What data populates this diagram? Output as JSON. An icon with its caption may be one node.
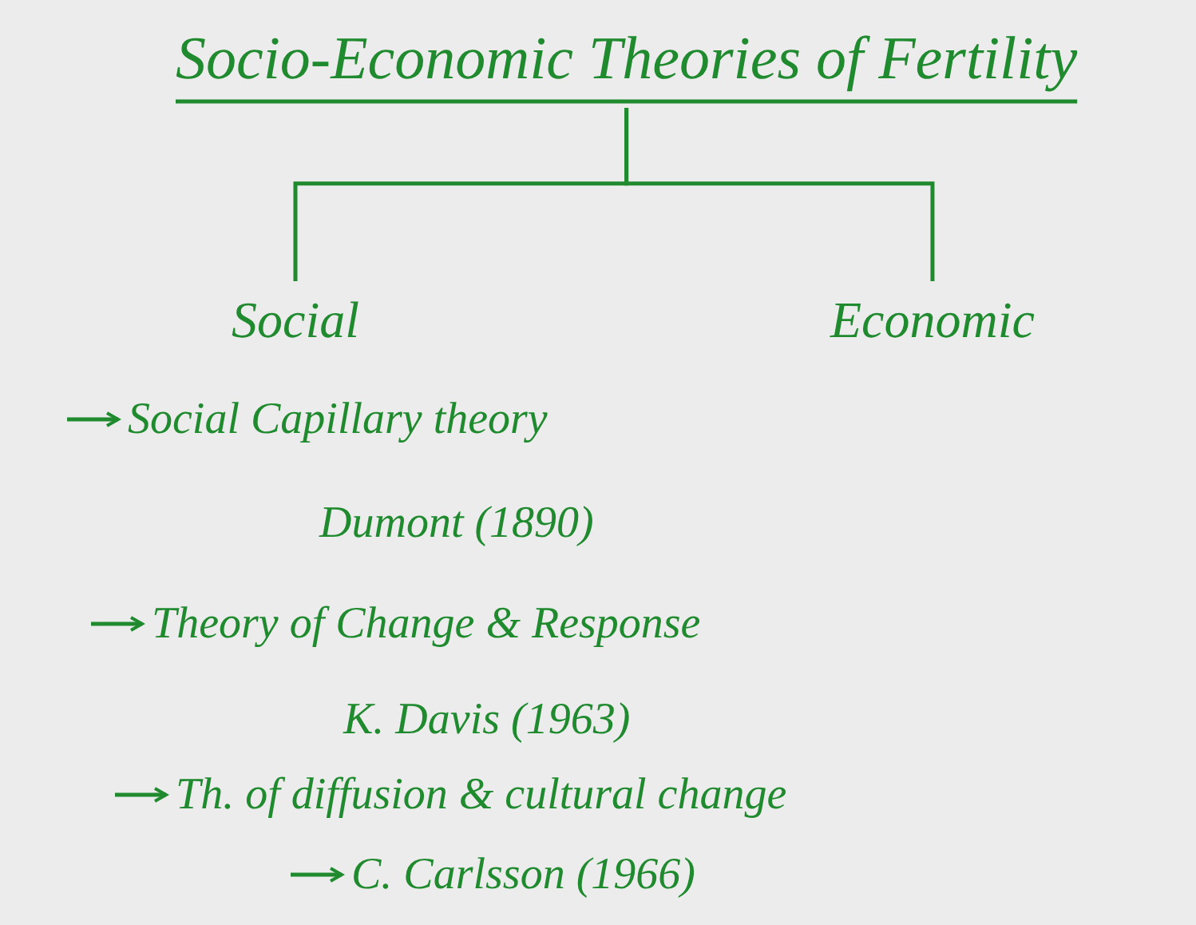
{
  "diagram": {
    "nodes": [
      {
        "text": [
          "Socio-Economic Theories of Fertility"
        ]
      },
      {
        "text": [
          "Social"
        ]
      },
      {
        "text": [
          "Economic"
        ]
      },
      {
        "text": [
          "Social Capillary theory"
        ]
      },
      {
        "text": [
          "Dumont (1890)"
        ]
      },
      {
        "text": [
          "Theory of Change & Response"
        ]
      },
      {
        "text": [
          "K. Davis (1963)"
        ]
      },
      {
        "text": [
          "Th. of diffusion & cultural change"
        ]
      },
      {
        "text": [
          "C. Carlsson (1966)"
        ]
      }
    ],
    "edges": [
      {
        "from": 0,
        "to": 1,
        "arrow": "none"
      },
      {
        "from": 0,
        "to": 2,
        "arrow": "none"
      },
      {
        "from": null,
        "to": 3,
        "arrow": "to"
      },
      {
        "from": null,
        "to": 5,
        "arrow": "to"
      },
      {
        "from": null,
        "to": 7,
        "arrow": "to"
      },
      {
        "from": null,
        "to": 8,
        "arrow": "to"
      }
    ]
  }
}
